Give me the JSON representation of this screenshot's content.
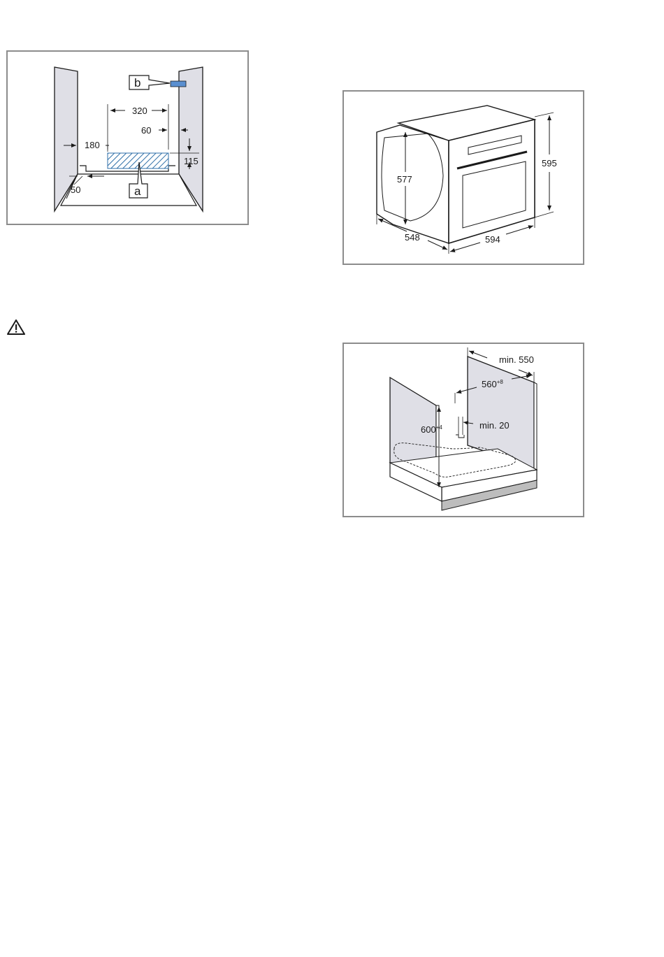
{
  "figure_ventilation": {
    "callout_a": "a",
    "callout_b": "b",
    "dim_320": "320",
    "dim_60": "60",
    "dim_180": "180",
    "dim_115": "115",
    "dim_50": "50"
  },
  "figure_oven": {
    "dim_595": "595",
    "dim_577": "577",
    "dim_548": "548",
    "dim_594": "594"
  },
  "figure_cabinet": {
    "dim_depth": "min. 550",
    "dim_width_base": "560",
    "dim_width_tol": "+8",
    "dim_height_base": "600",
    "dim_height_tol": "+4",
    "dim_gap": "min. 20"
  },
  "colors": {
    "panel_fill": "#dfdfe6",
    "hatch_blue": "#2f6fa8",
    "frame_gray": "#8c8c8c"
  },
  "icons": [
    "warning-icon"
  ]
}
